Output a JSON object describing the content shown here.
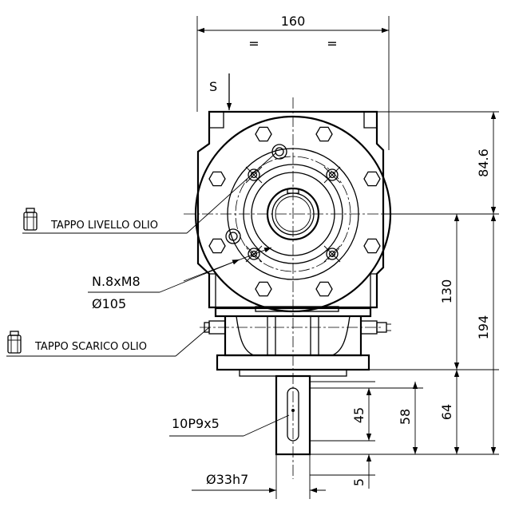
{
  "dimensions": {
    "width_top": "160",
    "equal_left": "=",
    "equal_right": "=",
    "right_upper": "84.6",
    "right_middle": "130",
    "right_total": "194",
    "shaft_64": "64",
    "shaft_58": "58",
    "shaft_45": "45",
    "shaft_5": "5"
  },
  "labels": {
    "view_marker": "S",
    "oil_level_plug": "TAPPO LIVELLO OLIO",
    "oil_drain_plug": "TAPPO SCARICO OLIO",
    "bolts": "N.8xM8",
    "bolt_circle": "Ø105",
    "key": "10P9x5",
    "shaft_diameter": "Ø33h7"
  }
}
